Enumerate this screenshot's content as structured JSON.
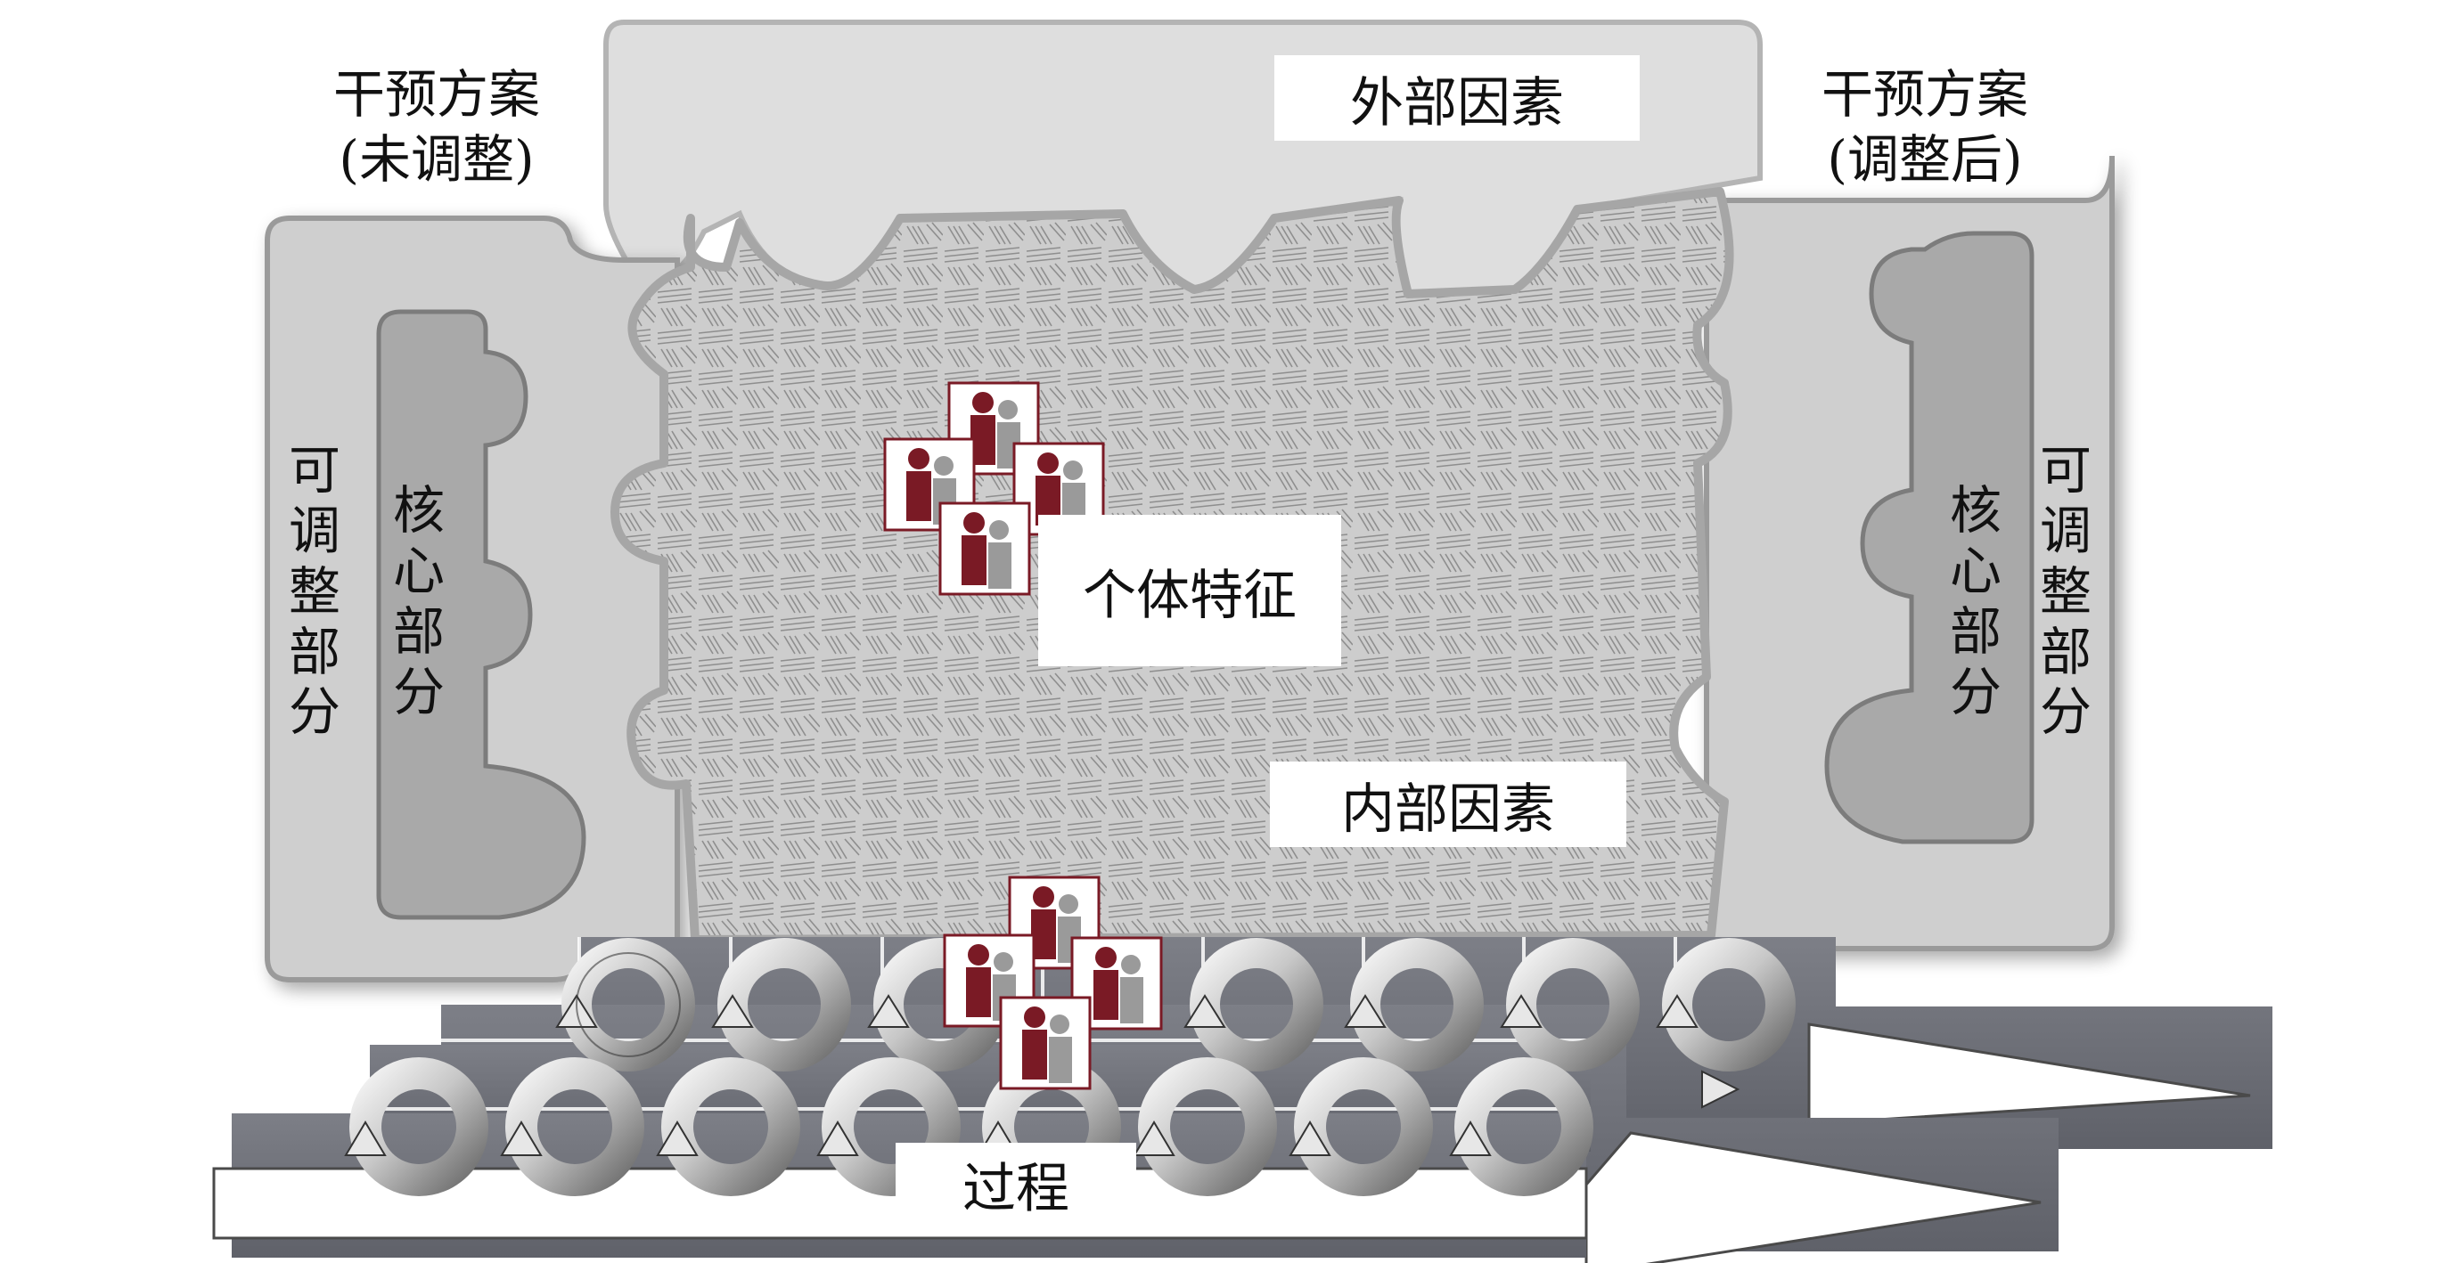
{
  "labels": {
    "intervention_unadjusted": {
      "line1": "干预方案",
      "line2": "(未调整)"
    },
    "intervention_adjusted": {
      "line1": "干预方案",
      "line2": "(调整后)"
    },
    "external_factors": "外部因素",
    "internal_factors": "内部因素",
    "individual_characteristics": "个体特征",
    "process": "过程",
    "adaptable_part_left": [
      "可",
      "调",
      "整",
      "部",
      "分"
    ],
    "core_part_left": [
      "核",
      "心",
      "部",
      "分"
    ],
    "core_part_right": [
      "核",
      "心",
      "部",
      "分"
    ],
    "adaptable_part_right": [
      "可",
      "调",
      "整",
      "部",
      "分"
    ]
  },
  "colors": {
    "external_fill": "#dedede",
    "external_stroke": "#b4b4b4",
    "intervention_fill": "#cfcfcf",
    "intervention_stroke": "#9a9a9a",
    "core_fill": "#a9a9a9",
    "core_stroke": "#7c7c7c",
    "inner_fill": "#c9c9c9",
    "hatch": "#8c8c8c",
    "process_band": "#6c6e76",
    "person_primary": "#7a1a25",
    "person_secondary": "#9a9a9a"
  },
  "icons": [
    "people-group-icon",
    "cycle-arrow-icon",
    "process-arrow-icon"
  ]
}
